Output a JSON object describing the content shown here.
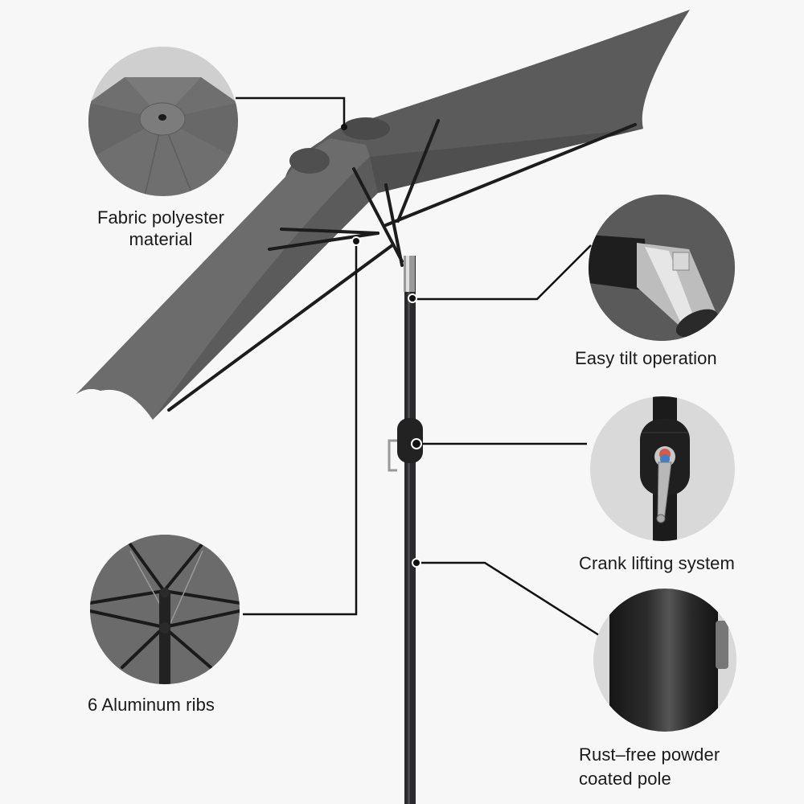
{
  "features": [
    {
      "id": "fabric",
      "label_lines": [
        "Fabric polyester",
        "material"
      ],
      "icon": "canopy-top-closeup"
    },
    {
      "id": "tilt",
      "label_lines": [
        "Easy tilt operation"
      ],
      "icon": "tilt-joint-closeup"
    },
    {
      "id": "ribs",
      "label_lines": [
        "6 Aluminum ribs"
      ],
      "icon": "ribs-underside-closeup"
    },
    {
      "id": "crank",
      "label_lines": [
        "Crank lifting system"
      ],
      "icon": "crank-handle-closeup"
    },
    {
      "id": "pole",
      "label_lines": [
        "Rust–free powder",
        "coated pole"
      ],
      "icon": "pole-texture-closeup"
    }
  ],
  "colors": {
    "background": "#f7f7f7",
    "canopy": "#5b5b5b",
    "canopy_light": "#6e6e6e",
    "frame": "#1c1c1c",
    "callout_line": "#111111",
    "text": "#1a1a1a"
  }
}
